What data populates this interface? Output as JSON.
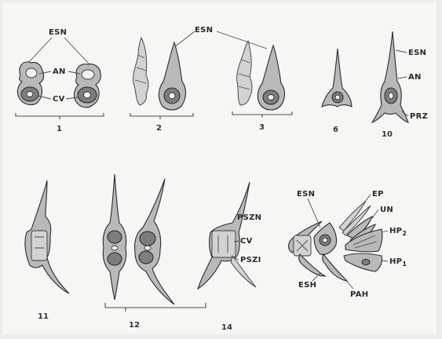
{
  "labels": {
    "esn": "ESN",
    "an": "AN",
    "cv": "CV",
    "prz": "PRZ",
    "pszn": "PSZN",
    "pszi": "PSZI",
    "esh": "ESH",
    "pah": "PAH",
    "ep": "EP",
    "un": "UN",
    "hp_base": "HP",
    "hp2_sub": "2",
    "hp1_sub": "1"
  },
  "figure_numbers": {
    "fig1": "1",
    "fig2": "2",
    "fig3": "3",
    "fig6": "6",
    "fig10": "10",
    "fig11": "11",
    "fig12": "12",
    "fig14": "14"
  },
  "colors": {
    "background": "#f5f5f3",
    "bone_fill": "#b9b9b9",
    "ink": "#2a2a2a"
  }
}
